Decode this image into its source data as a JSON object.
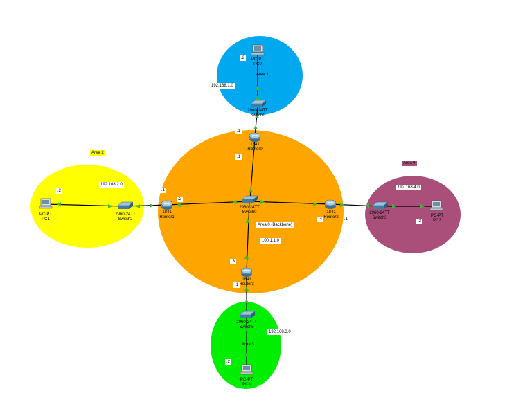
{
  "colors": {
    "backbone": "#FFA500",
    "area1": "#00A8F0",
    "area2": "#FFFF00",
    "area3": "#00EE00",
    "area4": "#AA4F7A",
    "link": "#000000",
    "port": "#3AB83A"
  },
  "areas": {
    "area0": "Area 0 (Backbone)",
    "area1": "Area 1",
    "area2": "Area 2",
    "area3": "Area 3",
    "area4": "Area 4"
  },
  "networks": {
    "area0": "100.1.1.0",
    "area1": "192.168.1.0",
    "area2": "192.168.2.0",
    "area3": "192.168.3.0",
    "area4": "192.168.4.0"
  },
  "devices": {
    "router0": {
      "model": "1841",
      "name": "Router0",
      "icon": "router-icon"
    },
    "router1": {
      "model": "1841",
      "name": "Router1",
      "icon": "router-icon"
    },
    "router2": {
      "model": "1841",
      "name": "Router2",
      "icon": "router-icon"
    },
    "router3": {
      "model": "1841",
      "name": "Router3",
      "icon": "router-icon"
    },
    "switch0": {
      "model": "2960-24TT",
      "name": "Switch0",
      "icon": "switch-icon"
    },
    "switch1": {
      "model": "2960-24TT",
      "name": "Switch1",
      "icon": "switch-icon"
    },
    "switch2": {
      "model": "2960-24TT",
      "name": "Switch2",
      "icon": "switch-icon"
    },
    "switch3": {
      "model": "2960-24TT",
      "name": "Switch3",
      "icon": "switch-icon"
    },
    "switch5": {
      "model": "2960-24TT",
      "name": "Switch5",
      "icon": "switch-icon"
    },
    "pc0": {
      "model": "PC-PT",
      "name": "PC0",
      "icon": "pc-icon"
    },
    "pc1": {
      "model": "PC-PT",
      "name": "PC1",
      "icon": "pc-icon"
    },
    "pc2": {
      "model": "PC-PT",
      "name": "PC2",
      "icon": "pc-icon"
    },
    "pc3": {
      "model": "PC-PT",
      "name": "PC3",
      "icon": "pc-icon"
    }
  },
  "host_ids": {
    "pc0": ".2",
    "router0_lan": ".1",
    "router0_wan": ".1",
    "pc1": ".2",
    "router1_lan": ".1",
    "router1_wan": ".2",
    "router2_wan": ".4",
    "router2_lan": ".1",
    "pc2": ".2",
    "router3_wan": ".3",
    "router3_lan": ".1",
    "pc3": ".2"
  }
}
